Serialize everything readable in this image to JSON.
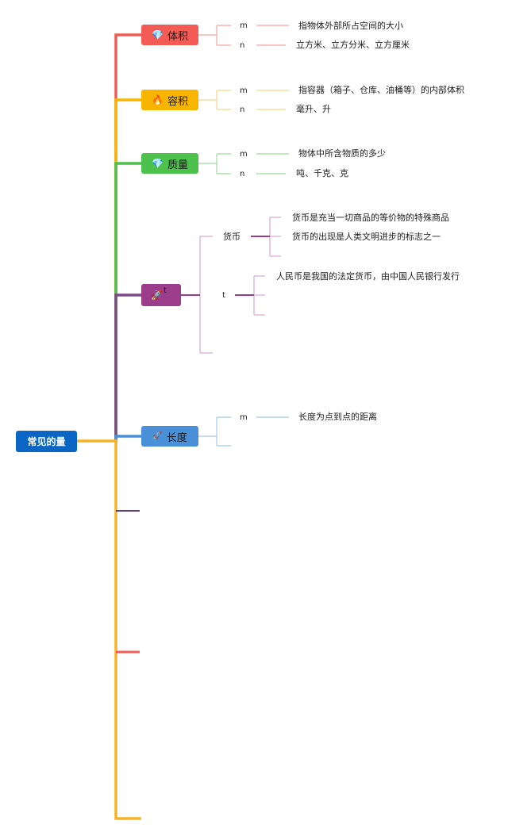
{
  "colors": {
    "root": "#0a66c2",
    "volume": "#f25c54",
    "capacity": "#f7b500",
    "mass": "#4cc24c",
    "money": "#9b3d8a",
    "length": "#4a90d9",
    "trunk_bottom": "#f5b325"
  },
  "root": {
    "label": "常见的量"
  },
  "branches": {
    "volume": {
      "label": "体积",
      "icon": "diamond-icon",
      "m_label": "m",
      "m_text": "指物体外部所占空间的大小",
      "n_label": "n",
      "n_text": "立方米、立方分米、立方厘米"
    },
    "capacity": {
      "label": "容积",
      "icon": "flame-icon",
      "m_label": "m",
      "m_text": "指容器（箱子、仓库、油桶等）的内部体积",
      "n_label": "n",
      "n_text": "毫升、升"
    },
    "mass": {
      "label": "质量",
      "icon": "diamond-icon",
      "m_label": "m",
      "m_text": "物体中所含物质的多少",
      "n_label": "n",
      "n_text": "吨、千克、克"
    },
    "money": {
      "label": "t",
      "icon": "rocket-icon",
      "sub1_label": "货币",
      "sub1_items": [
        "货币是充当一切商品的等价物的特殊商品",
        "货币的出现是人类文明进步的标志之一"
      ],
      "sub2_label": "t",
      "sub2_items": [
        "人民币是我国的法定货币，由中国人民银行发行"
      ]
    },
    "length": {
      "label": "长度",
      "icon": "rocket-icon",
      "m_label": "m",
      "m_text": "长度为点到点的距离"
    }
  }
}
